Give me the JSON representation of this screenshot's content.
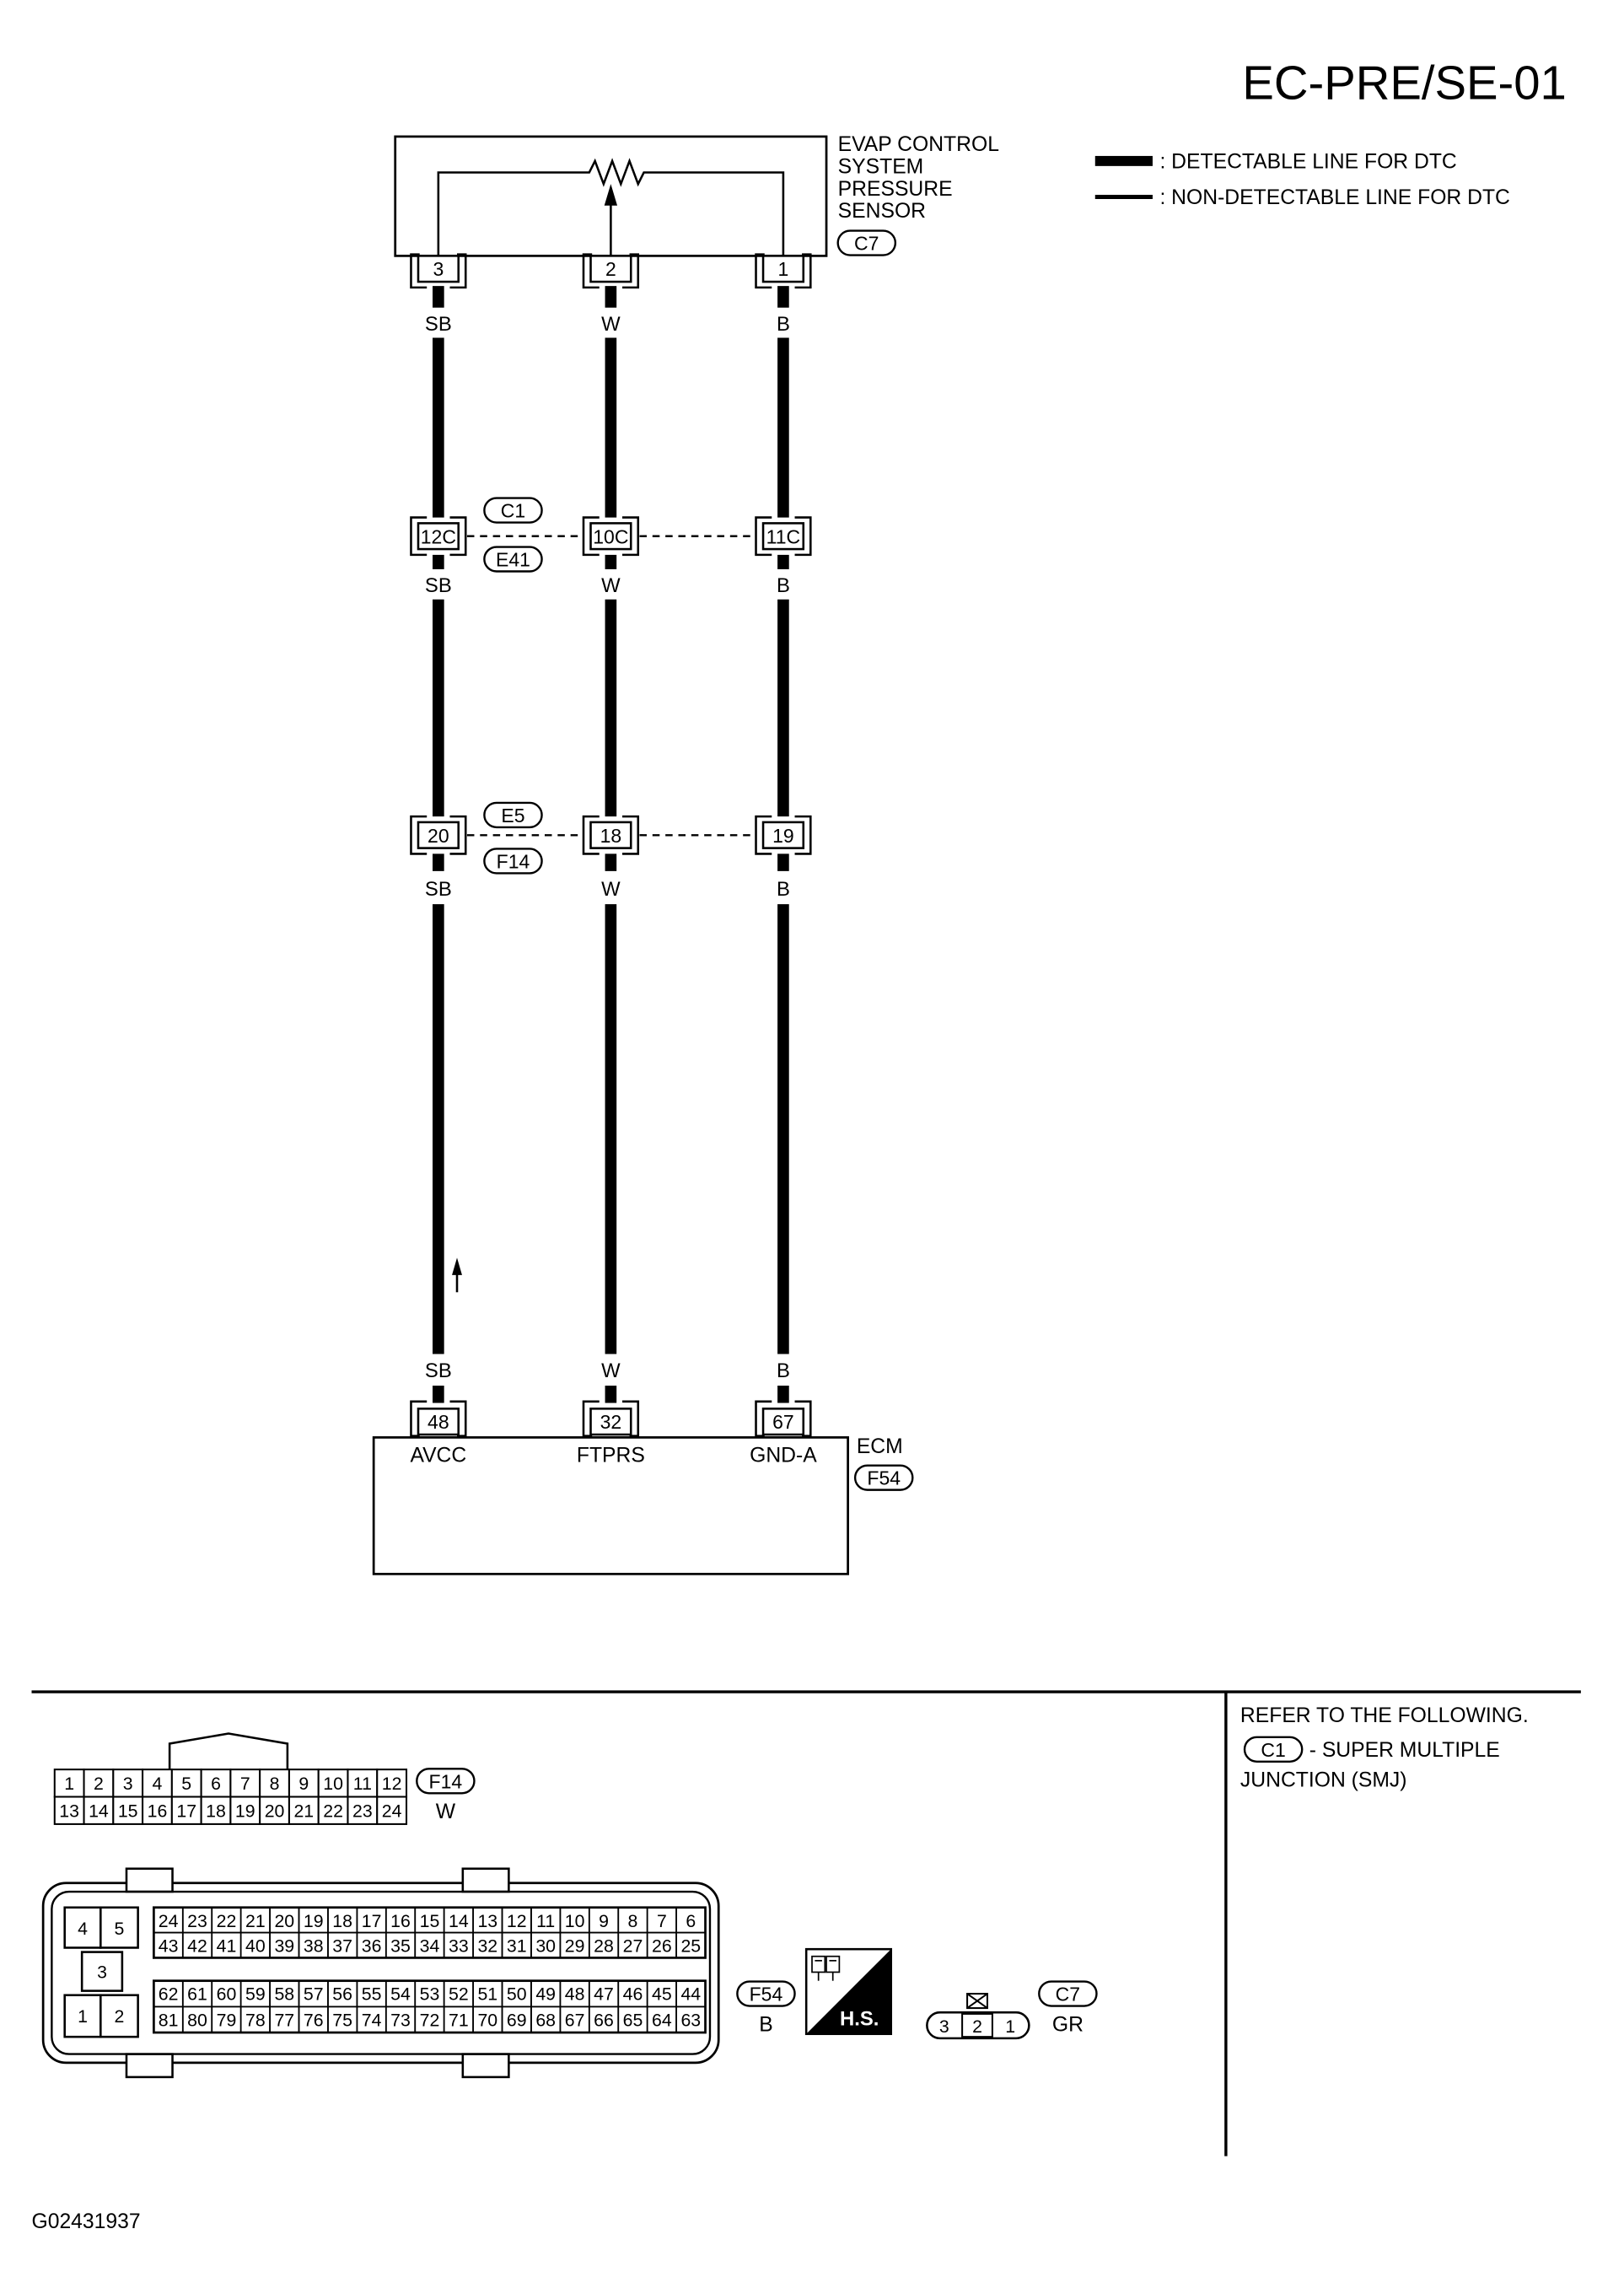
{
  "title": "EC-PRE/SE-01",
  "figure_id": "G02431937",
  "legend": {
    "detectable_label": ": DETECTABLE LINE FOR DTC",
    "non_detectable_label": ": NON-DETECTABLE LINE FOR DTC"
  },
  "sensor": {
    "name_lines": [
      "EVAP CONTROL",
      "SYSTEM",
      "PRESSURE",
      "SENSOR"
    ],
    "connector": "C7",
    "pins": [
      "3",
      "2",
      "1"
    ]
  },
  "wires": [
    {
      "color": "SB"
    },
    {
      "color": "W"
    },
    {
      "color": "B"
    }
  ],
  "junctions": [
    {
      "pins": [
        "12C",
        "10C",
        "11C"
      ],
      "connectors": [
        "C1",
        "E41"
      ]
    },
    {
      "pins": [
        "20",
        "18",
        "19"
      ],
      "connectors": [
        "E5",
        "F14"
      ]
    }
  ],
  "ecm": {
    "name": "ECM",
    "connector": "F54",
    "pins": [
      "48",
      "32",
      "67"
    ],
    "terminals": [
      "AVCC",
      "FTPRS",
      "GND-A"
    ]
  },
  "reference": {
    "heading": "REFER TO THE FOLLOWING.",
    "connector": "C1",
    "line1": "- SUPER MULTIPLE",
    "line2": "JUNCTION (SMJ)"
  },
  "connector_faces": {
    "f14": {
      "id": "F14",
      "color": "W",
      "rows": [
        [
          "1",
          "2",
          "3",
          "4",
          "5",
          "6",
          "7",
          "8",
          "9",
          "10",
          "11",
          "12"
        ],
        [
          "13",
          "14",
          "15",
          "16",
          "17",
          "18",
          "19",
          "20",
          "21",
          "22",
          "23",
          "24"
        ]
      ]
    },
    "f54": {
      "id": "F54",
      "color": "B",
      "left_block": {
        "top": [
          "4",
          "5"
        ],
        "middle": "3",
        "bottom": [
          "1",
          "2"
        ]
      },
      "rows": [
        [
          "24",
          "23",
          "22",
          "21",
          "20",
          "19",
          "18",
          "17",
          "16",
          "15",
          "14",
          "13",
          "12",
          "11",
          "10",
          "9",
          "8",
          "7",
          "6"
        ],
        [
          "43",
          "42",
          "41",
          "40",
          "39",
          "38",
          "37",
          "36",
          "35",
          "34",
          "33",
          "32",
          "31",
          "30",
          "29",
          "28",
          "27",
          "26",
          "25"
        ],
        [
          "62",
          "61",
          "60",
          "59",
          "58",
          "57",
          "56",
          "55",
          "54",
          "53",
          "52",
          "51",
          "50",
          "49",
          "48",
          "47",
          "46",
          "45",
          "44"
        ],
        [
          "81",
          "80",
          "79",
          "78",
          "77",
          "76",
          "75",
          "74",
          "73",
          "72",
          "71",
          "70",
          "69",
          "68",
          "67",
          "66",
          "65",
          "64",
          "63"
        ]
      ]
    },
    "hs_badge": "H.S.",
    "c7": {
      "id": "C7",
      "color": "GR",
      "pins": [
        "3",
        "2",
        "1"
      ]
    }
  }
}
